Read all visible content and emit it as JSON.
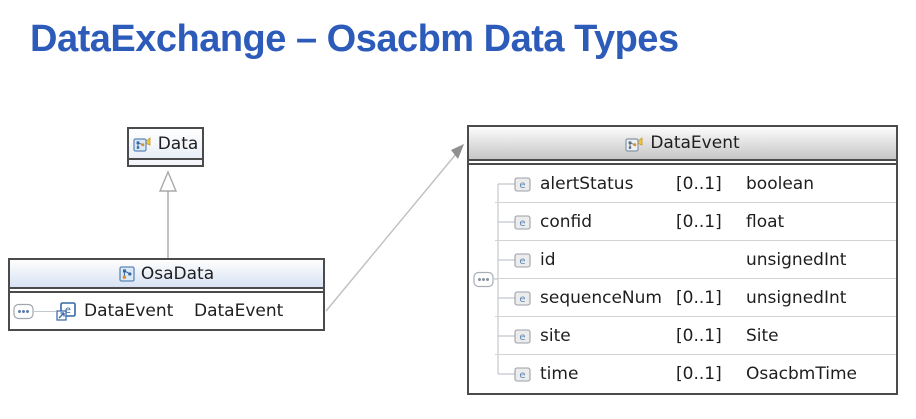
{
  "title": "DataExchange – Osacbm Data Types",
  "colors": {
    "title_blue": "#2d5bb9",
    "box_border": "#4b4b4b",
    "osadata_header_tint": "#d8e3f3",
    "dataevent_header_tint": "#c6c6c6",
    "connector_gray": "#bcbfc4"
  },
  "icons": {
    "complex_type_icon": "blue square with linked dots and yellow horn badge",
    "anonymous_complex_type_icon": "square with linked dots and yellow horn badge",
    "element_icon": "e",
    "element_reference_icon": "e with arrow badge",
    "sequence_icon": "rounded box with three dots"
  },
  "diagram": {
    "data": {
      "name": "Data"
    },
    "osadata": {
      "name": "OsaData",
      "rows": [
        {
          "name": "DataEvent",
          "type": "DataEvent"
        }
      ]
    },
    "dataevent": {
      "name": "DataEvent",
      "rows": [
        {
          "name": "alertStatus",
          "cardinality": "[0..1]",
          "type": "boolean"
        },
        {
          "name": "confid",
          "cardinality": "[0..1]",
          "type": "float"
        },
        {
          "name": "id",
          "cardinality": "",
          "type": "unsignedInt"
        },
        {
          "name": "sequenceNum",
          "cardinality": "[0..1]",
          "type": "unsignedInt"
        },
        {
          "name": "site",
          "cardinality": "[0..1]",
          "type": "Site"
        },
        {
          "name": "time",
          "cardinality": "[0..1]",
          "type": "OsacbmTime"
        }
      ]
    },
    "relationships": [
      {
        "from": "OsaData",
        "to": "Data",
        "kind": "generalization"
      },
      {
        "from": "OsaData.DataEvent",
        "to": "DataEvent",
        "kind": "reference"
      }
    ]
  }
}
